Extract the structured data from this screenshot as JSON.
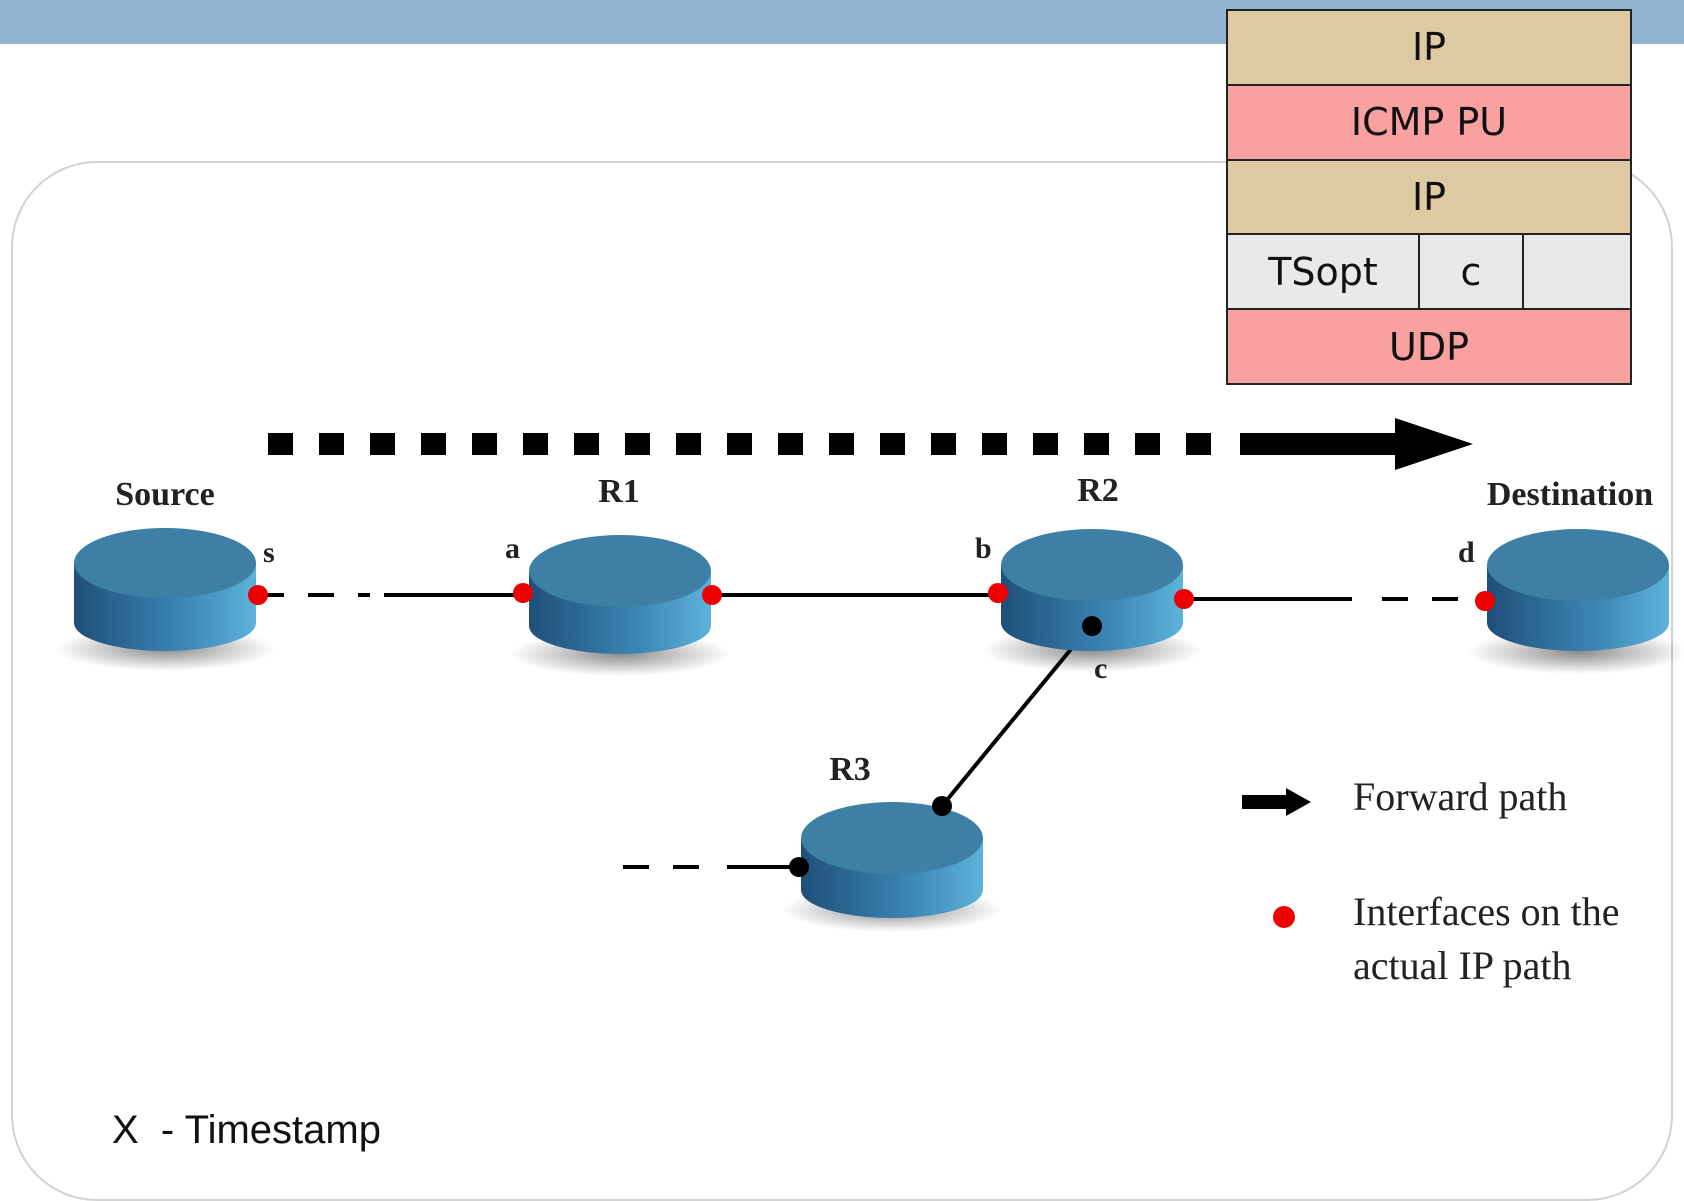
{
  "packet_layers": [
    {
      "label": "IP",
      "style": "tan"
    },
    {
      "label": "ICMP PU",
      "style": "pink"
    },
    {
      "label": "IP",
      "style": "tan"
    },
    {
      "cells": [
        "TSopt",
        "c",
        ""
      ]
    },
    {
      "label": "UDP",
      "style": "pink"
    }
  ],
  "nodes": {
    "source": "Source",
    "r1": "R1",
    "r2": "R2",
    "r3": "R3",
    "destination": "Destination"
  },
  "interfaces": {
    "s": "s",
    "a": "a",
    "b": "b",
    "c": "c",
    "d": "d"
  },
  "legend": {
    "forward_path": "Forward path",
    "interfaces_line1": "Interfaces on the",
    "interfaces_line2": "actual IP path"
  },
  "footnote": "X  - Timestamp",
  "colors": {
    "header_bar": "#94b5d1",
    "router_top": "#3e7fa6",
    "router_side": "#2c6690",
    "interface_dot": "#ee0000",
    "ip_layer": "#ddcaa3",
    "icmp_udp_layer": "#f9a0a0",
    "option_cells": "#e9e9e9"
  }
}
